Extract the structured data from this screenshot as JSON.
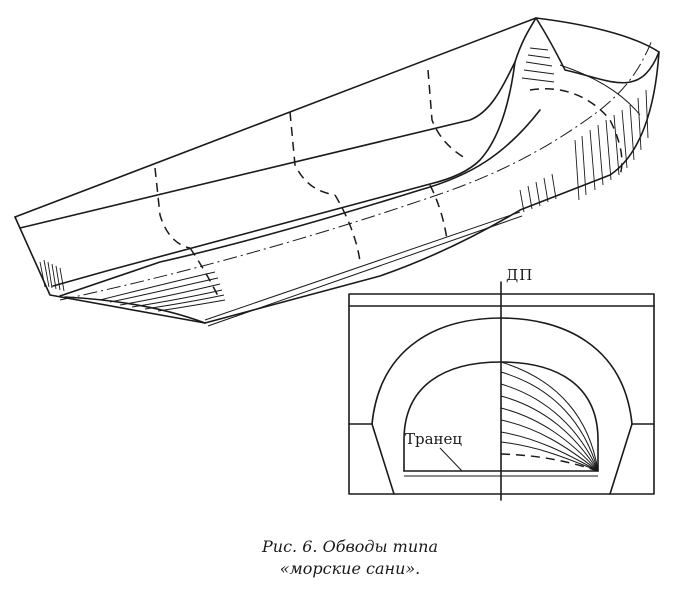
{
  "labels": {
    "dp": "ДП",
    "transom": "Транец"
  },
  "caption": {
    "line1": "Рис. 6. Обводы типа",
    "line2": "«морские сани»."
  }
}
